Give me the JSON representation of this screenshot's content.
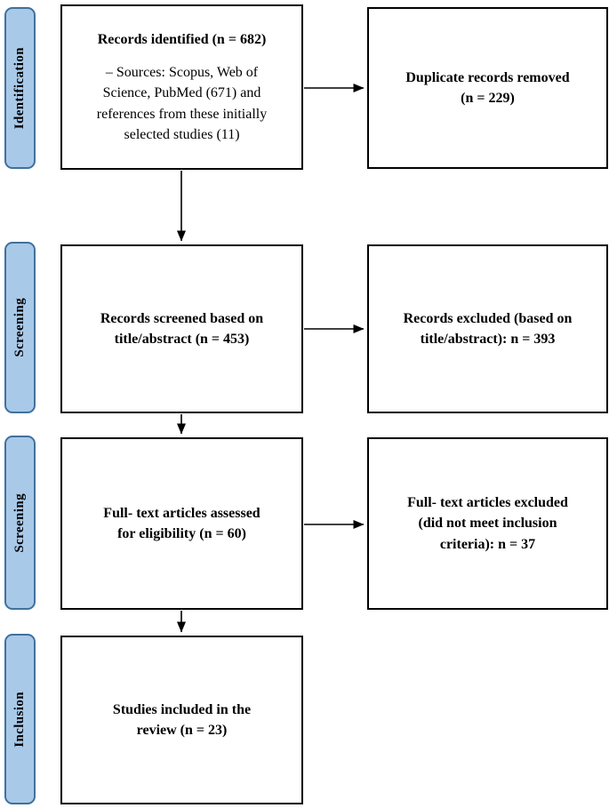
{
  "diagram": {
    "type": "prisma-flowchart",
    "colors": {
      "stage_fill": "#a9c9e9",
      "stage_border": "#41719c",
      "box_border": "#000000",
      "box_fill": "#ffffff",
      "arrow": "#000000"
    },
    "stage_labels": [
      {
        "label": "Identification"
      },
      {
        "label": "Screening"
      },
      {
        "label": "Screening"
      },
      {
        "label": "Inclusion"
      }
    ],
    "main_boxes": [
      {
        "title": "Records identified (n = 682)",
        "detail": "– Sources: Scopus, Web of\nScience, PubMed (671) and\nreferences from these initially\nselected studies  (11)"
      },
      {
        "title": "Records screened based on\ntitle/abstract (n = 453)"
      },
      {
        "title": "Full- text articles assessed\nfor eligibility (n = 60)"
      },
      {
        "title": "Studies included in the\nreview (n = 23)"
      }
    ],
    "side_boxes": [
      {
        "title": "Duplicate records removed\n(n = 229)"
      },
      {
        "title": "Records excluded (based on\ntitle/abstract): n = 393"
      },
      {
        "title": "Full- text articles excluded\n(did not meet inclusion\ncriteria): n = 37"
      }
    ]
  }
}
